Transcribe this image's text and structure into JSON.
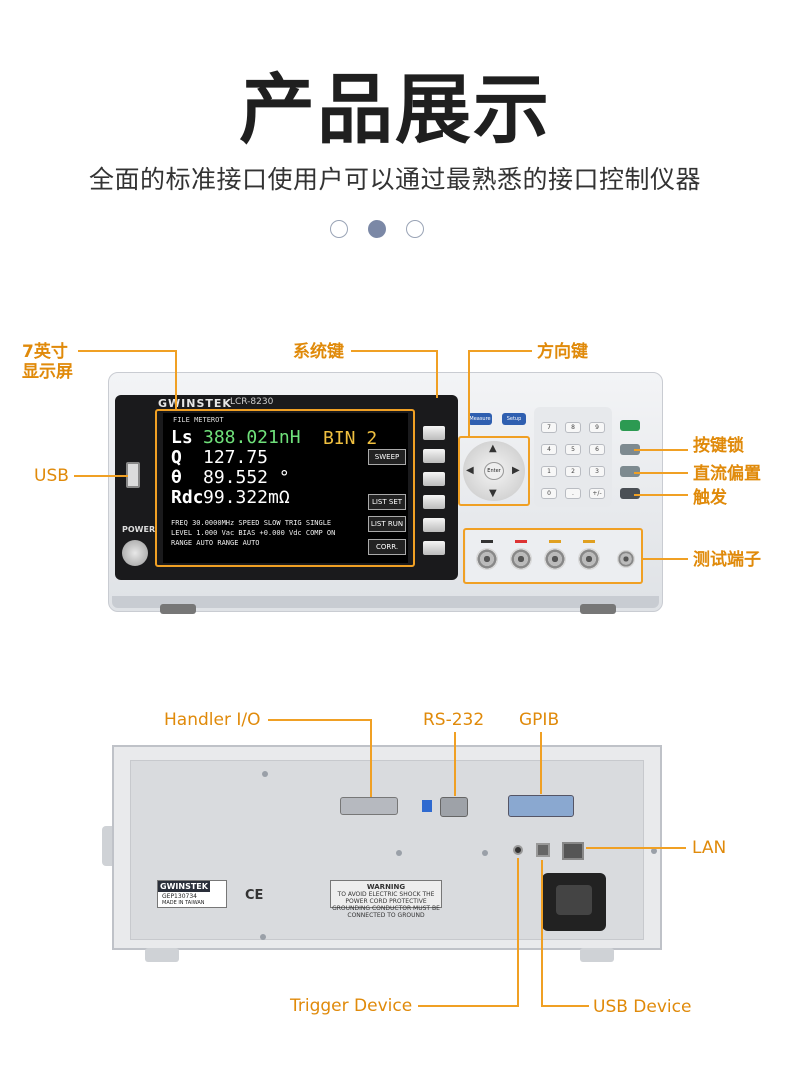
{
  "header": {
    "title": "产品展示",
    "subtitle": "全面的标准接口使用户可以通过最熟悉的接口控制仪器"
  },
  "carousel": {
    "count": 3,
    "active_index": 1
  },
  "front_labels": {
    "display_line1": "7英寸",
    "display_line2": "显示屏",
    "system_keys": "系统键",
    "direction_keys": "方向键",
    "usb": "USB",
    "key_lock": "按键锁",
    "dc_bias": "直流偏置",
    "trigger": "触发",
    "test_terminal": "测试端子"
  },
  "rear_labels": {
    "handler": "Handler I/O",
    "rs232": "RS-232",
    "gpib": "GPIB",
    "lan": "LAN",
    "trigger_device": "Trigger Device",
    "usb_device": "USB Device"
  },
  "instrument": {
    "brand": "GWINSTEK",
    "model": "LCR-8230",
    "power_label": "POWER",
    "screen": {
      "header": "FILE METEROT",
      "rows": [
        {
          "label": "Ls",
          "value": "388.021nH"
        },
        {
          "label": "Q",
          "value": "127.75"
        },
        {
          "label": "θ",
          "value": "89.552 °"
        },
        {
          "label": "Rdc",
          "value": "99.322mΩ"
        }
      ],
      "bin": "BIN 2",
      "params_line1": "FREQ 30.0000MHz  SPEED SLOW   TRIG SINGLE",
      "params_line2": "LEVEL 1.000 Vac   BIAS +0.000 Vdc  COMP ON",
      "params_line3": "RANGE AUTO        RANGE AUTO",
      "softkeys": [
        "SWEEP",
        "LIST SET",
        "LIST RUN",
        "CORR."
      ]
    },
    "blue_buttons": [
      "Measure",
      "Setup"
    ],
    "keypad": [
      "7",
      "8",
      "9",
      "4",
      "5",
      "6",
      "1",
      "2",
      "3",
      "0",
      ".",
      "+/-"
    ],
    "rear_warning_title": "WARNING",
    "rear_warning_text": "TO AVOID ELECTRIC SHOCK THE POWER CORD PROTECTIVE GROUNDING CONDUCTOR MUST BE CONNECTED TO GROUND",
    "rear_badge_serial": "GEP130734",
    "rear_badge_origin": "MADE IN TAIWAN",
    "ce_mark": "CE"
  },
  "colors": {
    "accent": "#f0a024",
    "dot_active": "#7b88a6"
  }
}
